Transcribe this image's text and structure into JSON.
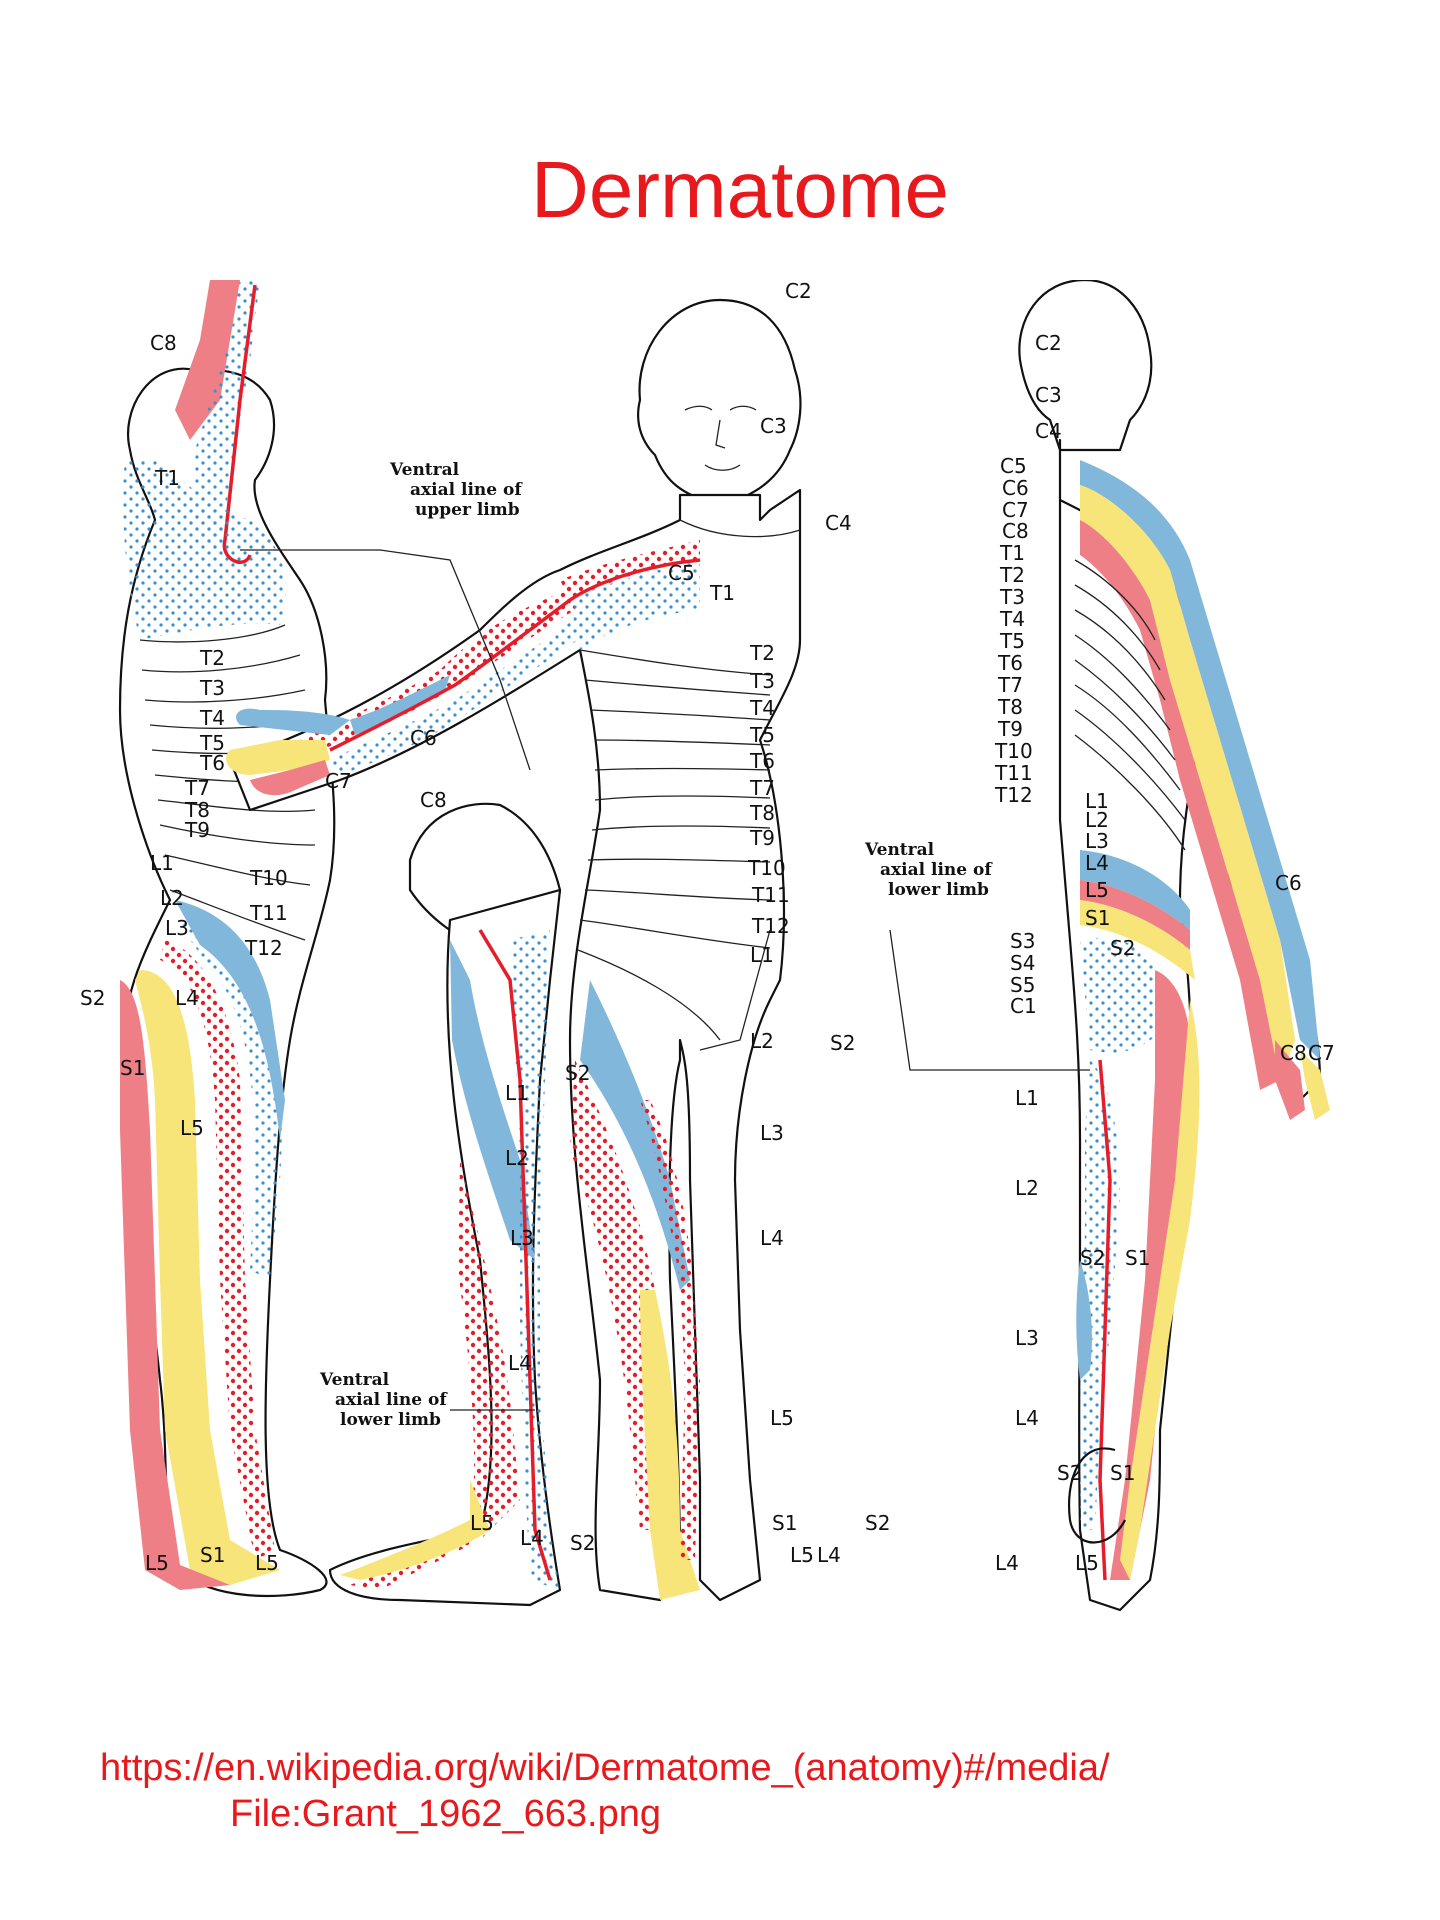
{
  "title": "Dermatome",
  "source": {
    "line1": "https://en.wikipedia.org/wiki/Dermatome_(anatomy)#/media/",
    "line2": "File:Grant_1962_663.png"
  },
  "colors": {
    "title": "#e8191d",
    "pink": "#ee7f86",
    "yellow": "#f7e57a",
    "blue": "#82b7dc",
    "dots_blue": "#3a8fd0",
    "dots_red": "#e51d2a",
    "axial_line": "#e51d2a"
  },
  "annotations": {
    "upper_limb": [
      "Ventral",
      "axial line of",
      "upper limb"
    ],
    "lower_limb_mid": [
      "Ventral",
      "axial line of",
      "lower limb"
    ],
    "lower_limb_front": [
      "Ventral",
      "axial line of",
      "lower limb"
    ]
  },
  "figures": {
    "side": [
      "C8",
      "T1",
      "T2",
      "T3",
      "T4",
      "T5",
      "T6",
      "T7",
      "T8",
      "T9",
      "L1",
      "L2",
      "L3",
      "T10",
      "T11",
      "T12",
      "S2",
      "L4",
      "S1",
      "L5",
      "L5",
      "S1",
      "L5"
    ],
    "arm": [
      "C5",
      "T1",
      "C6",
      "C7",
      "C8"
    ],
    "leg": [
      "L1",
      "S2",
      "L2",
      "L3",
      "L4",
      "L5",
      "L4",
      "S2"
    ],
    "front": [
      "C2",
      "C3",
      "C4",
      "T2",
      "T3",
      "T4",
      "T5",
      "T6",
      "T7",
      "T8",
      "T9",
      "T10",
      "T11",
      "T12",
      "L1",
      "L2",
      "S2",
      "L3",
      "L4",
      "L5",
      "S1",
      "S2",
      "L5",
      "L4"
    ],
    "back": [
      "C2",
      "C3",
      "C4",
      "C5",
      "C6",
      "C7",
      "C8",
      "T1",
      "T2",
      "T3",
      "T4",
      "T5",
      "T6",
      "T7",
      "T8",
      "T9",
      "T10",
      "T11",
      "T12",
      "L1",
      "L2",
      "L3",
      "L4",
      "L5",
      "S1",
      "S2",
      "S3",
      "S4",
      "S5",
      "C1",
      "C6",
      "C8",
      "C7",
      "L1",
      "L2",
      "S2",
      "S1",
      "L3",
      "L4",
      "S2",
      "S1",
      "L4",
      "L5"
    ]
  }
}
